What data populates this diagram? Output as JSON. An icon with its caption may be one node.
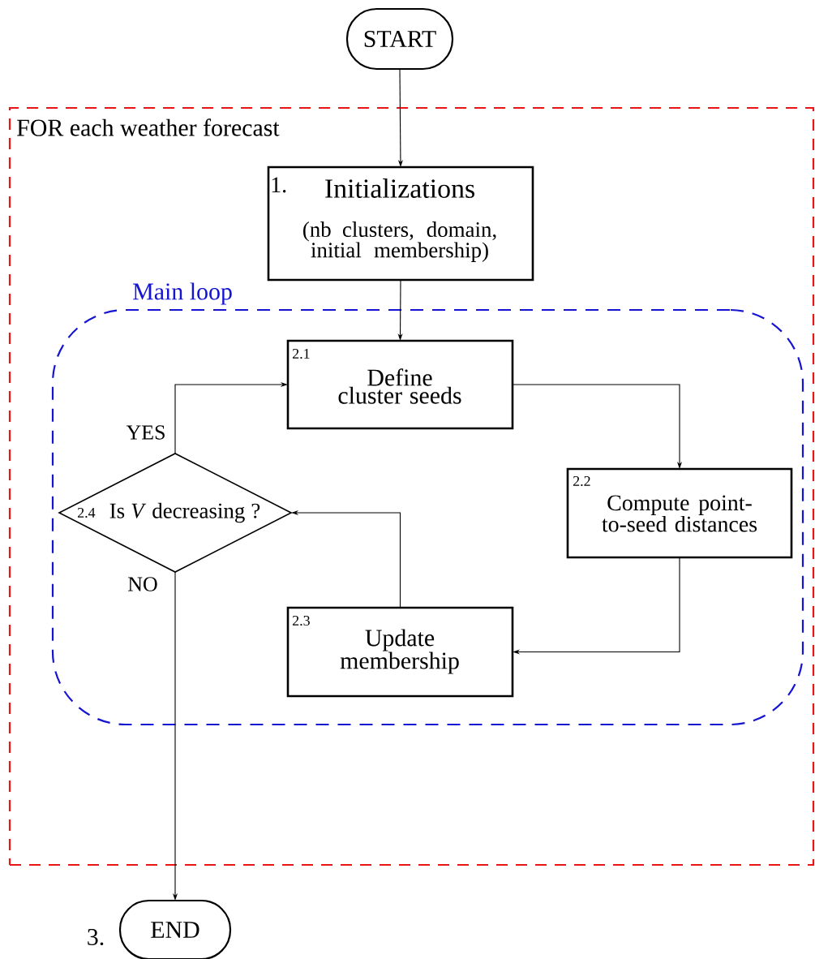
{
  "diagram": {
    "nodes": [
      {
        "text": [
          "START"
        ]
      },
      {
        "text": [
          "FOR each weather forecast"
        ]
      },
      {
        "text": [
          "1.",
          "Initializations",
          "(nb clusters, domain, initial membership)"
        ],
        "in": 1
      },
      {
        "text": [
          "Main loop"
        ],
        "in": 1
      },
      {
        "text": [
          "2.1",
          "Define cluster seeds"
        ],
        "in": 3
      },
      {
        "text": [
          "2.2",
          "Compute point-to-seed distances"
        ],
        "in": 3
      },
      {
        "text": [
          "2.3",
          "Update membership"
        ],
        "in": 3
      },
      {
        "text": [
          "2.4",
          "Is *V* decreasing ?"
        ],
        "in": 3
      },
      {
        "text": [
          "END"
        ],
        "beside": [
          "3."
        ]
      }
    ],
    "edges": [
      {
        "from": 0,
        "to": 2,
        "arrow": "to"
      },
      {
        "from": 2,
        "to": 4,
        "arrow": "to"
      },
      {
        "from": 4,
        "to": 5,
        "arrow": "to"
      },
      {
        "from": 5,
        "to": 6,
        "arrow": "to"
      },
      {
        "from": 6,
        "to": 7,
        "arrow": "to"
      },
      {
        "from": 7,
        "to": 4,
        "arrow": "to",
        "label": "YES"
      },
      {
        "from": 7,
        "to": 8,
        "arrow": "to",
        "label": "NO"
      }
    ]
  }
}
